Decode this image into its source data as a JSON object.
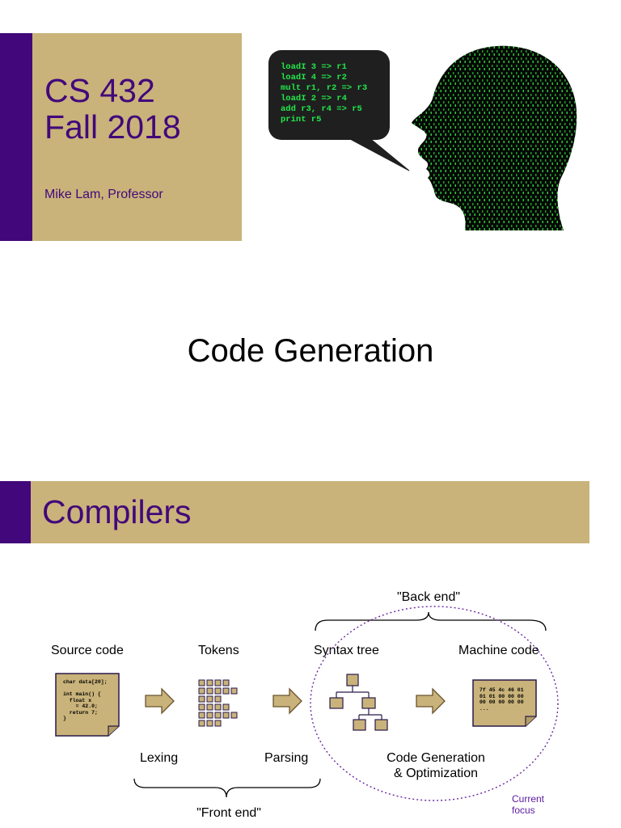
{
  "title_slide": {
    "course_line1": "CS 432",
    "course_line2": "Fall 2018",
    "professor": "Mike Lam, Professor",
    "bubble_code": "loadI 3 => r1\nloadI 4 => r2\nmult r1, r2 => r3\nloadI 2 => r4\nadd r3, r4 => r5\nprint r5",
    "heading": "Code Generation"
  },
  "compilers_slide": {
    "title": "Compilers",
    "stage_labels": {
      "source": "Source code",
      "tokens": "Tokens",
      "syntax": "Syntax tree",
      "machine": "Machine code"
    },
    "phase_labels": {
      "lexing": "Lexing",
      "parsing": "Parsing",
      "codegen_line1": "Code Generation",
      "codegen_line2": "& Optimization"
    },
    "group_labels": {
      "back_end": "\"Back end\"",
      "front_end": "\"Front end\""
    },
    "focus_note_line1": "Current",
    "focus_note_line2": "focus",
    "source_snippet": "char data[20];\n\nint main() {\n  float x\n    = 42.0;\n  return 7;\n}",
    "machine_snippet": "7f 45 4c 46 01\n01 01 00 00 00\n00 00 00 00 00\n..."
  },
  "colors": {
    "gold": "#c9b37a",
    "purple": "#42077a",
    "code_green": "#22e84a"
  }
}
